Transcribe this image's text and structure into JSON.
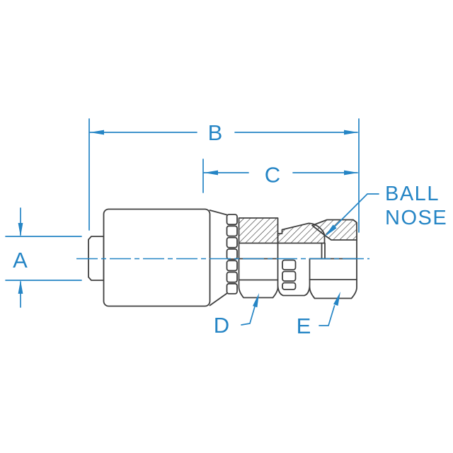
{
  "drawing": {
    "dimension_labels": {
      "a": "A",
      "b": "B",
      "c": "C",
      "d": "D",
      "e": "E"
    },
    "callouts": {
      "ball_nose_line1": "BALL",
      "ball_nose_line2": "NOSE"
    }
  },
  "colors": {
    "dimension": "#2585c5",
    "outline": "#404040",
    "background": "#ffffff"
  }
}
